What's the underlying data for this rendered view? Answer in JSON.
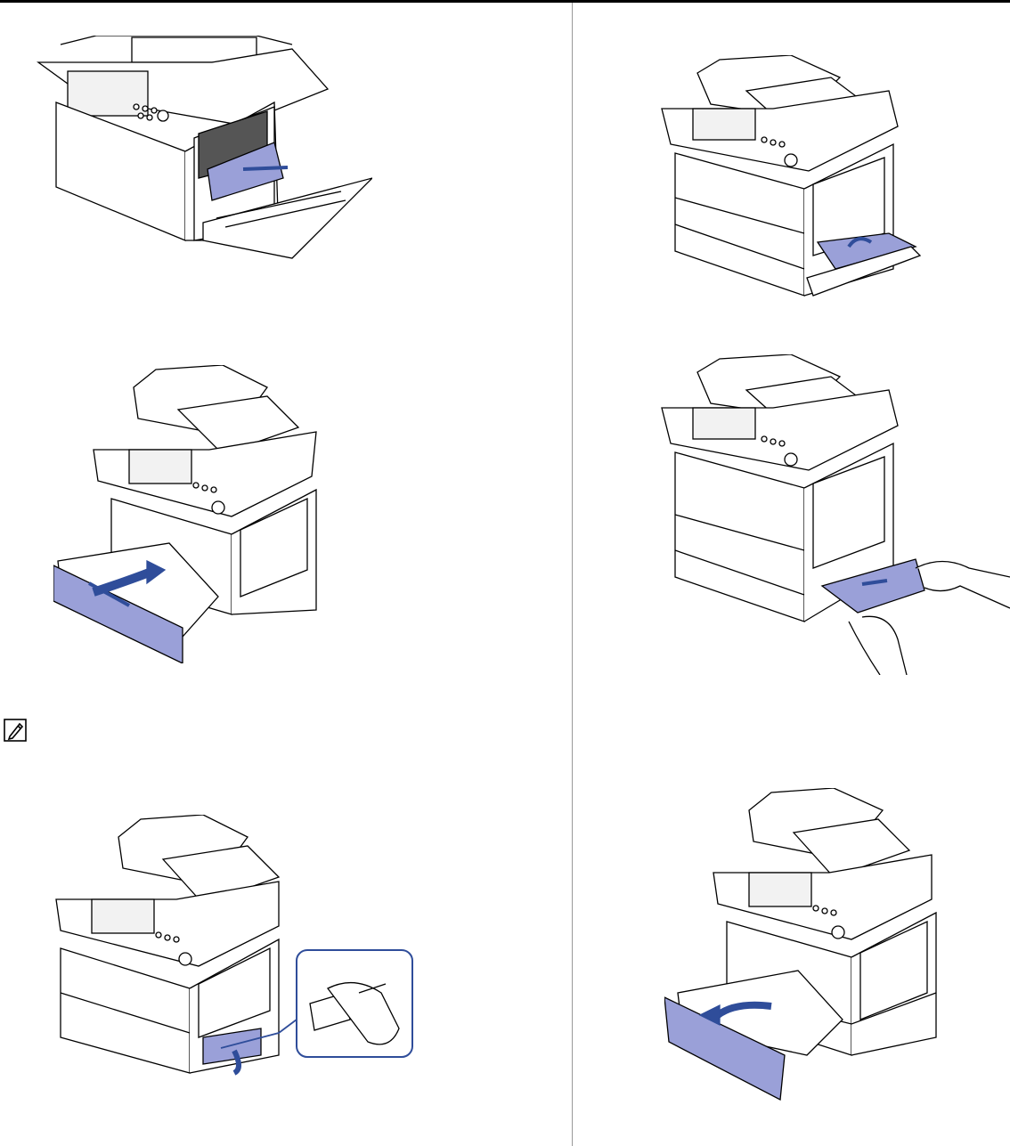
{
  "page": {
    "figures": [
      {
        "id": "fig-fuser-jam-removal",
        "icon": "printer-fuser-open-paper-removal-illustration"
      },
      {
        "id": "fig-side-cover-open",
        "icon": "printer-side-cover-open-illustration"
      },
      {
        "id": "fig-tray1-push-in",
        "icon": "printer-tray-insert-illustration"
      },
      {
        "id": "fig-side-paper-pull-out",
        "icon": "printer-paper-pull-hands-illustration"
      },
      {
        "id": "fig-lower-cover-open-inset",
        "icon": "printer-lower-cover-inset-illustration"
      },
      {
        "id": "fig-tray2-pull-out",
        "icon": "printer-tray-pull-illustration"
      }
    ],
    "note_icon": "note-pencil-icon",
    "colors": {
      "accent": "#9aa0d8",
      "inset_border": "#2f4d9a",
      "line": "#000000"
    }
  }
}
